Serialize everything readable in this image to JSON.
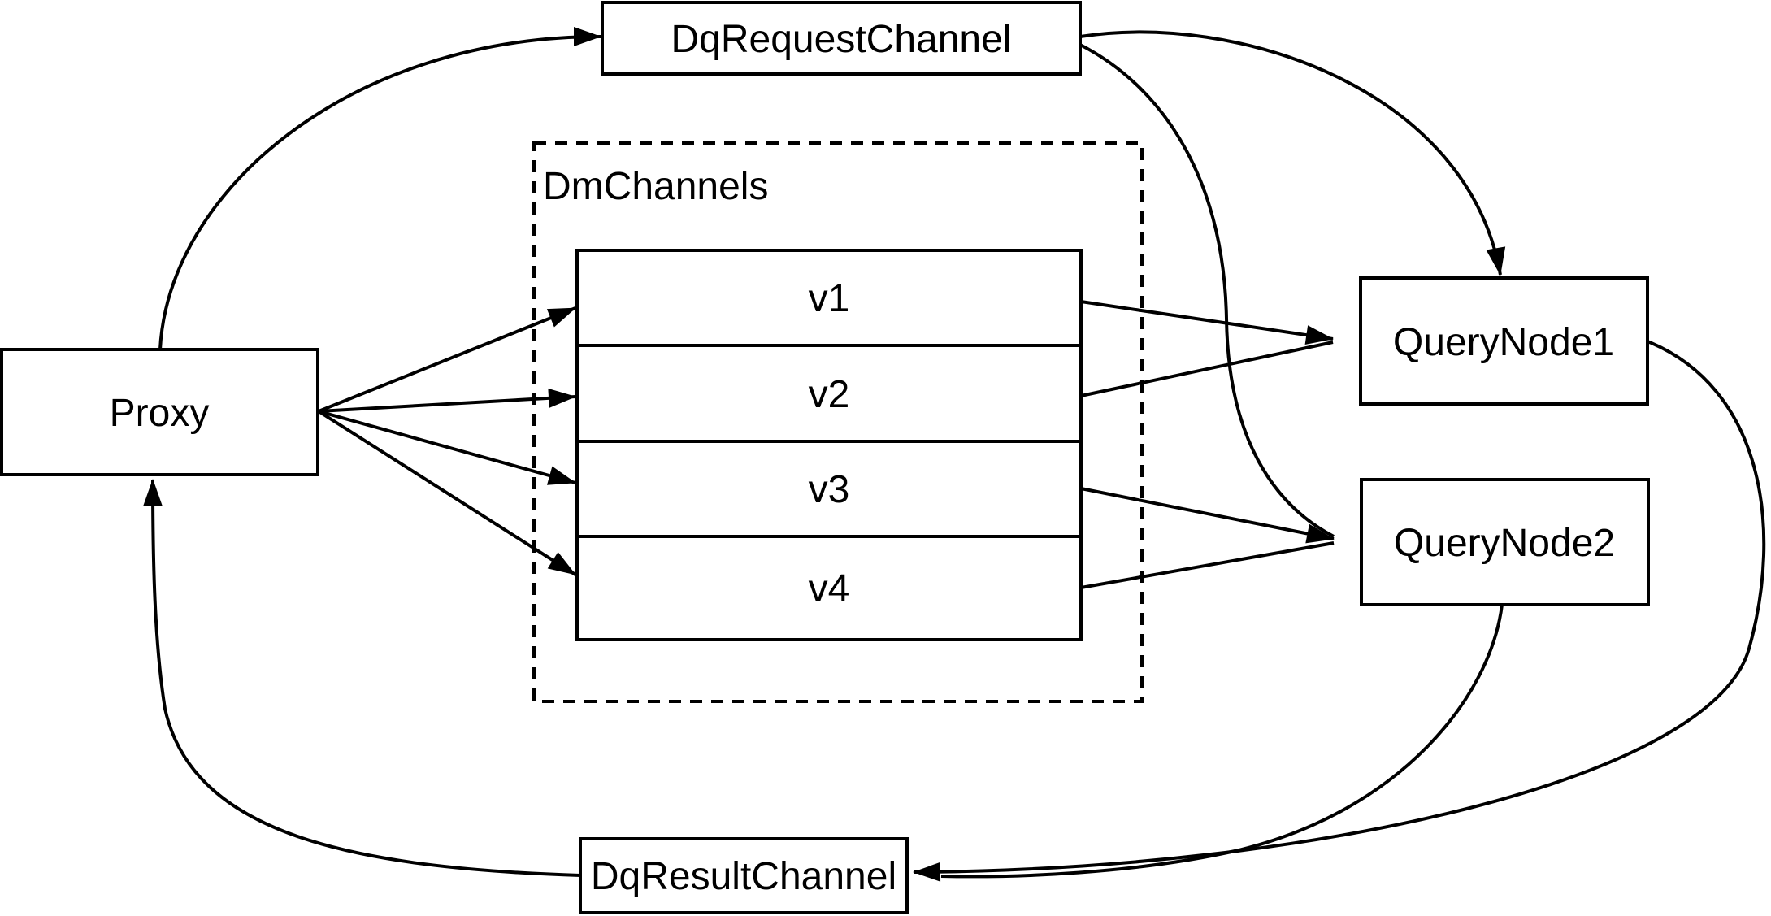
{
  "diagram": {
    "background_color": "#ffffff",
    "line_color": "#000000",
    "node_fill_color": "#ffffff",
    "nodes": {
      "proxy": {
        "label": "Proxy"
      },
      "dq_request_channel": {
        "label": "DqRequestChannel"
      },
      "dm_channels_group": {
        "label": "DmChannels"
      },
      "v1": {
        "label": "v1"
      },
      "v2": {
        "label": "v2"
      },
      "v3": {
        "label": "v3"
      },
      "v4": {
        "label": "v4"
      },
      "query_node1": {
        "label": "QueryNode1"
      },
      "query_node2": {
        "label": "QueryNode2"
      },
      "dq_result_channel": {
        "label": "DqResultChannel"
      }
    },
    "edges": [
      {
        "from": "Proxy",
        "to": "DqRequestChannel"
      },
      {
        "from": "Proxy",
        "to": "v1"
      },
      {
        "from": "Proxy",
        "to": "v2"
      },
      {
        "from": "Proxy",
        "to": "v3"
      },
      {
        "from": "Proxy",
        "to": "v4"
      },
      {
        "from": "v1",
        "to": "QueryNode1"
      },
      {
        "from": "v2",
        "to": "QueryNode1"
      },
      {
        "from": "v3",
        "to": "QueryNode2"
      },
      {
        "from": "v4",
        "to": "QueryNode2"
      },
      {
        "from": "DqRequestChannel",
        "to": "QueryNode1"
      },
      {
        "from": "DqRequestChannel",
        "to": "QueryNode2"
      },
      {
        "from": "QueryNode1",
        "to": "DqResultChannel"
      },
      {
        "from": "QueryNode2",
        "to": "DqResultChannel"
      },
      {
        "from": "DqResultChannel",
        "to": "Proxy"
      }
    ]
  }
}
